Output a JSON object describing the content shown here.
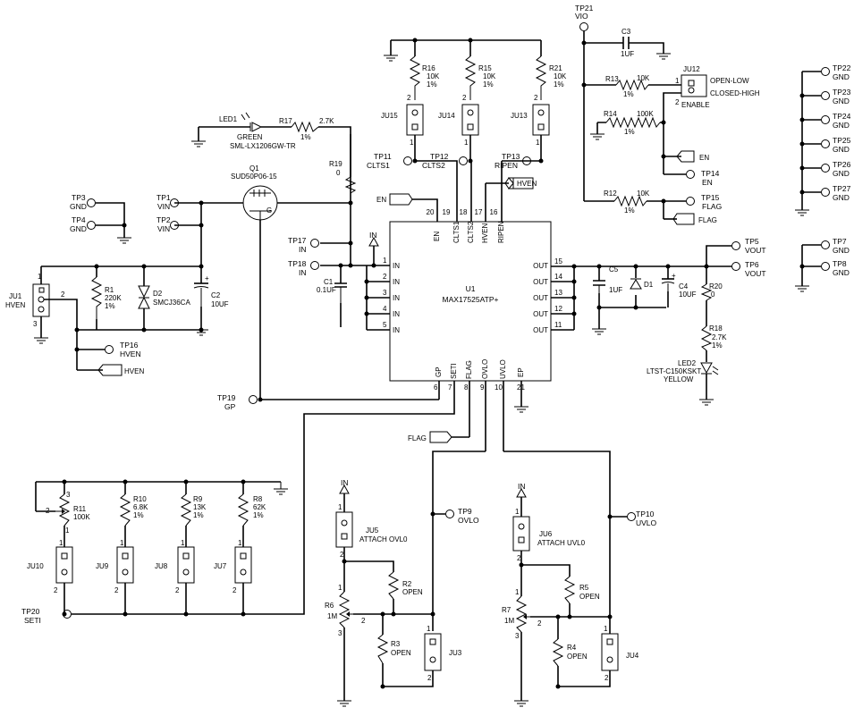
{
  "ic": {
    "ref": "U1",
    "part": "MAX17525ATP+",
    "pins": {
      "EN": "EN",
      "CLTS1": "CLTS1",
      "CLTS2": "CLTS2",
      "HVEN": "HVEN",
      "RIPEN": "RIPEN",
      "GP": "GP",
      "SETI": "SETI",
      "FLAG": "FLAG",
      "OVLO": "OVLO",
      "UVLO": "UVLO",
      "EP": "EP",
      "IN": "IN",
      "OUT": "OUT"
    },
    "pin_numbers": {
      "top": [
        "20",
        "19",
        "18",
        "17",
        "16"
      ],
      "left": [
        "1",
        "2",
        "3",
        "4",
        "5"
      ],
      "right": [
        "15",
        "14",
        "13",
        "12",
        "11"
      ],
      "bottom": [
        "6",
        "7",
        "8",
        "9",
        "10",
        "21"
      ]
    }
  },
  "testpoints": {
    "tp1": {
      "ref": "TP1",
      "net": "VIN"
    },
    "tp2": {
      "ref": "TP2",
      "net": "VIN"
    },
    "tp3": {
      "ref": "TP3",
      "net": "GND"
    },
    "tp4": {
      "ref": "TP4",
      "net": "GND"
    },
    "tp5": {
      "ref": "TP5",
      "net": "VOUT"
    },
    "tp6": {
      "ref": "TP6",
      "net": "VOUT"
    },
    "tp7": {
      "ref": "TP7",
      "net": "GND"
    },
    "tp8": {
      "ref": "TP8",
      "net": "GND"
    },
    "tp9": {
      "ref": "TP9",
      "net": "OVLO"
    },
    "tp10": {
      "ref": "TP10",
      "net": "UVLO"
    },
    "tp11": {
      "ref": "TP11",
      "net": "CLTS1"
    },
    "tp12": {
      "ref": "TP12",
      "net": "CLTS2"
    },
    "tp13": {
      "ref": "TP13",
      "net": "RIPEN"
    },
    "tp14": {
      "ref": "TP14",
      "net": "EN"
    },
    "tp15": {
      "ref": "TP15",
      "net": "FLAG"
    },
    "tp16": {
      "ref": "TP16",
      "net": "HVEN"
    },
    "tp17": {
      "ref": "TP17",
      "net": "IN"
    },
    "tp18": {
      "ref": "TP18",
      "net": "IN"
    },
    "tp19": {
      "ref": "TP19",
      "net": "GP"
    },
    "tp20": {
      "ref": "TP20",
      "net": "SETI"
    },
    "tp21": {
      "ref": "TP21",
      "net": "VIO"
    },
    "tp22": {
      "ref": "TP22",
      "net": "GND"
    },
    "tp23": {
      "ref": "TP23",
      "net": "GND"
    },
    "tp24": {
      "ref": "TP24",
      "net": "GND"
    },
    "tp25": {
      "ref": "TP25",
      "net": "GND"
    },
    "tp26": {
      "ref": "TP26",
      "net": "GND"
    },
    "tp27": {
      "ref": "TP27",
      "net": "GND"
    }
  },
  "resistors": {
    "r1": {
      "ref": "R1",
      "value": "220K",
      "tol": "1%"
    },
    "r2": {
      "ref": "R2",
      "value": "OPEN"
    },
    "r3": {
      "ref": "R3",
      "value": "OPEN"
    },
    "r4": {
      "ref": "R4",
      "value": "OPEN"
    },
    "r5": {
      "ref": "R5",
      "value": "OPEN"
    },
    "r6": {
      "ref": "R6",
      "value": "1M"
    },
    "r7": {
      "ref": "R7",
      "value": "1M"
    },
    "r8": {
      "ref": "R8",
      "value": "62K",
      "tol": "1%"
    },
    "r9": {
      "ref": "R9",
      "value": "13K",
      "tol": "1%"
    },
    "r10": {
      "ref": "R10",
      "value": "6.8K",
      "tol": "1%"
    },
    "r11": {
      "ref": "R11",
      "value": "100K"
    },
    "r12": {
      "ref": "R12",
      "value": "10K",
      "tol": "1%"
    },
    "r13": {
      "ref": "R13",
      "value": "10K",
      "tol": "1%"
    },
    "r14": {
      "ref": "R14",
      "value": "100K",
      "tol": "1%"
    },
    "r15": {
      "ref": "R15",
      "value": "10K",
      "tol": "1%"
    },
    "r16": {
      "ref": "R16",
      "value": "10K",
      "tol": "1%"
    },
    "r17": {
      "ref": "R17",
      "value": "2.7K",
      "tol": "1%"
    },
    "r18": {
      "ref": "R18",
      "value": "2.7K",
      "tol": "1%"
    },
    "r19": {
      "ref": "R19",
      "value": "0"
    },
    "r20": {
      "ref": "R20",
      "value": "0"
    },
    "r21": {
      "ref": "R21",
      "value": "10K",
      "tol": "1%"
    }
  },
  "capacitors": {
    "c1": {
      "ref": "C1",
      "value": "0.1UF"
    },
    "c2": {
      "ref": "C2",
      "value": "10UF"
    },
    "c3": {
      "ref": "C3",
      "value": "1UF"
    },
    "c4": {
      "ref": "C4",
      "value": "10UF"
    },
    "c5": {
      "ref": "C5",
      "value": "1UF"
    }
  },
  "diodes": {
    "d1": {
      "ref": "D1"
    },
    "d2": {
      "ref": "D2",
      "value": "SMCJ36CA"
    },
    "led1": {
      "ref": "LED1",
      "color": "GREEN",
      "part": "SML-LX1206GW-TR"
    },
    "led2": {
      "ref": "LED2",
      "part": "LTST-C150KSKT",
      "color": "YELLOW"
    }
  },
  "q1": {
    "ref": "Q1",
    "part": "SUD50P06-15"
  },
  "jumpers": {
    "ju1": {
      "ref": "JU1",
      "net": "HVEN"
    },
    "ju3": {
      "ref": "JU3"
    },
    "ju4": {
      "ref": "JU4"
    },
    "ju5": {
      "ref": "JU5",
      "note": "ATTACH OVL0"
    },
    "ju6": {
      "ref": "JU6",
      "note": "ATTACH UVL0"
    },
    "ju7": {
      "ref": "JU7"
    },
    "ju8": {
      "ref": "JU8"
    },
    "ju9": {
      "ref": "JU9"
    },
    "ju10": {
      "ref": "JU10"
    },
    "ju12": {
      "ref": "JU12",
      "opt1": "OPEN-LOW",
      "opt2": "CLOSED-HIGH",
      "title": "ENABLE"
    },
    "ju13": {
      "ref": "JU13"
    },
    "ju14": {
      "ref": "JU14"
    },
    "ju15": {
      "ref": "JU15"
    }
  },
  "nets": {
    "in": "IN",
    "en": "EN",
    "hven": "HVEN",
    "flag": "FLAG"
  },
  "pin_numbers": {
    "one": "1",
    "two": "2",
    "three": "3"
  },
  "polarity": {
    "plus": "+"
  }
}
